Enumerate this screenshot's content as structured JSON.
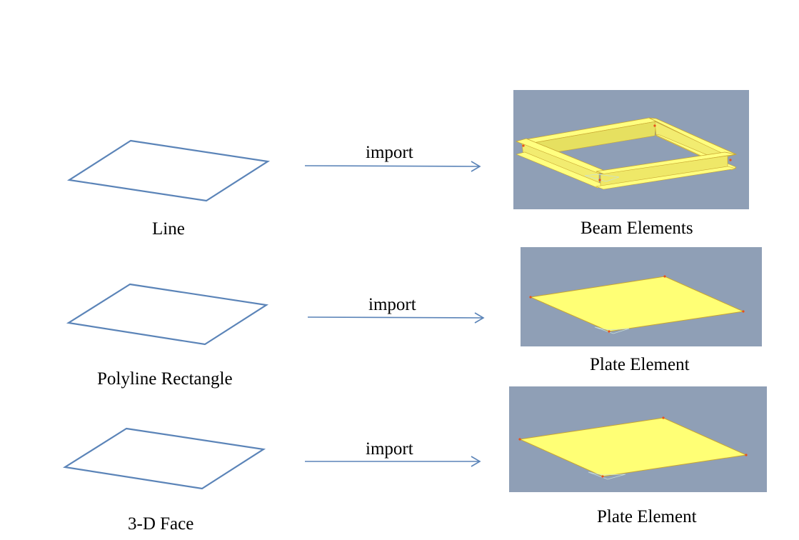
{
  "colors": {
    "outline": "#5b84b8",
    "arrow": "#5b84b8",
    "viewport_bg": "#8f9fb6",
    "element_fill": "#ffff75",
    "element_edge": "#c9a630",
    "node": "#e8501c"
  },
  "rows": [
    {
      "source_label": "Line",
      "arrow_label": "import",
      "result_label": "Beam Elements",
      "result_type": "beam-frame"
    },
    {
      "source_label": "Polyline Rectangle",
      "arrow_label": "import",
      "result_label": "Plate Element",
      "result_type": "plate"
    },
    {
      "source_label": "3-D Face",
      "arrow_label": "import",
      "result_label": "Plate Element",
      "result_type": "plate"
    }
  ]
}
